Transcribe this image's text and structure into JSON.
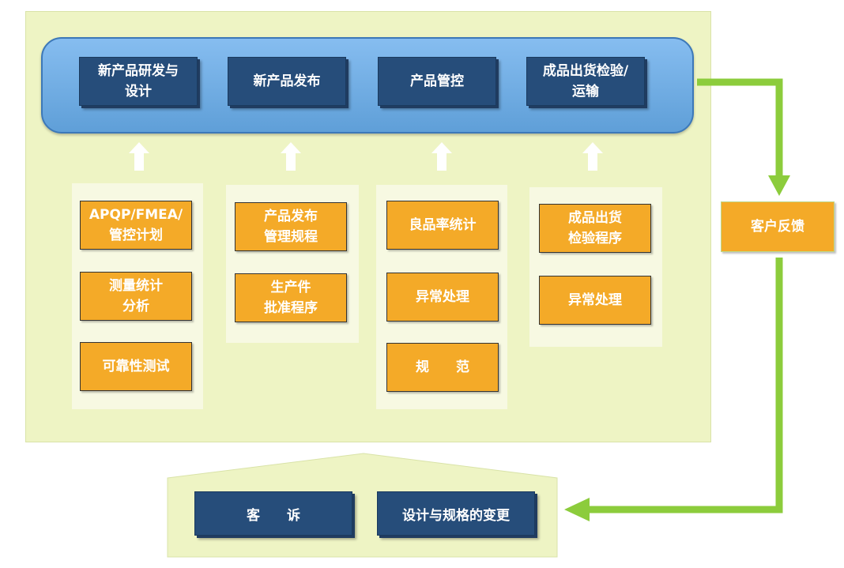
{
  "stages": [
    {
      "label": "新产品研发与\n设计"
    },
    {
      "label": "新产品发布"
    },
    {
      "label": "产品管控"
    },
    {
      "label": "成品出货检验/\n运输"
    }
  ],
  "groups": [
    {
      "items": [
        "APQP/FMEA/\n管控计划",
        "测量统计\n分析",
        "可靠性测试"
      ]
    },
    {
      "items": [
        "产品发布\n管理规程",
        "生产件\n批准程序"
      ]
    },
    {
      "items": [
        "良品率统计",
        "异常处理",
        "规　　范"
      ]
    },
    {
      "items": [
        "成品出货\n检验程序",
        "异常处理"
      ]
    }
  ],
  "feedback": {
    "label": "客户反馈"
  },
  "bottom": {
    "items": [
      "客　　诉",
      "设计与规格的变更"
    ]
  },
  "colors": {
    "panel": "#eef4c4",
    "bar": "#6aa8e0",
    "dark_box": "#264d7a",
    "orange_box": "#f4aa28",
    "green_arrow": "#8ccc3c"
  }
}
